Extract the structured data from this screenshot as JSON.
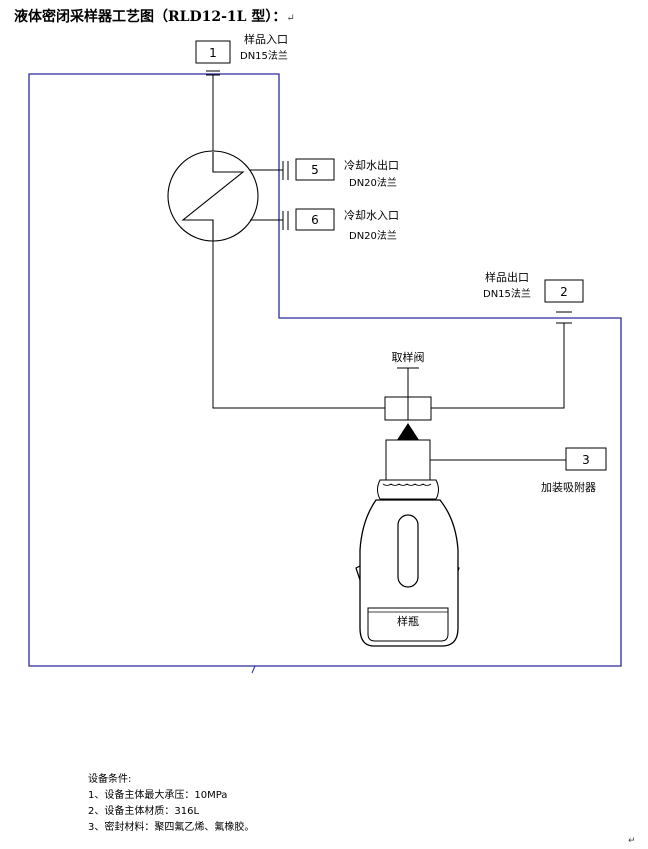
{
  "title": "液体密闭采样器工艺图（RLD12-1L 型）：",
  "paragraph_mark": "↵",
  "colors": {
    "frame": "#2b2ba0",
    "line": "#000000",
    "background": "#ffffff"
  },
  "ports": [
    {
      "number": "1",
      "name": "样品入口",
      "spec": "DN15法兰"
    },
    {
      "number": "5",
      "name": "冷却水出口",
      "spec": "DN20法兰"
    },
    {
      "number": "6",
      "name": "冷却水入口",
      "spec": "DN20法兰"
    },
    {
      "number": "2",
      "name": "样品出口",
      "spec": "DN15法兰"
    },
    {
      "number": "3",
      "name": "加装吸附器",
      "spec": ""
    }
  ],
  "components": {
    "valve_label": "取样阀",
    "bottle_label": "样瓶",
    "heat_exchanger": "heat-exchanger-symbol"
  },
  "conditions": {
    "heading": "设备条件:",
    "items": [
      "1、设备主体最大承压：10MPa",
      "2、设备主体材质：316L",
      "3、密封材料：聚四氟乙烯、氟橡胶。"
    ]
  }
}
